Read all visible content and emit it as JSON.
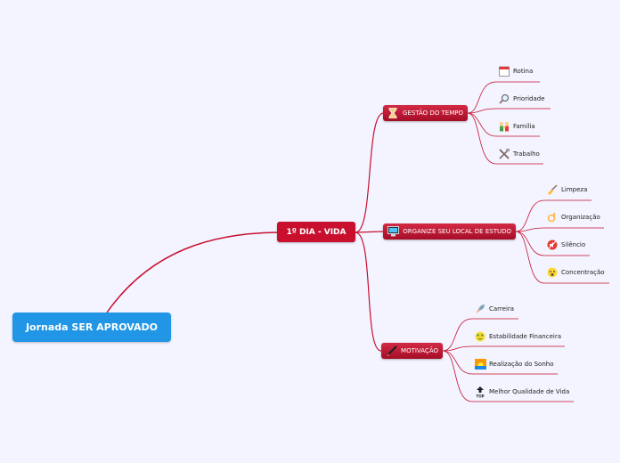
{
  "root": {
    "label": "Jornada SER APROVADO"
  },
  "main": {
    "label": "1º DIA - VIDA"
  },
  "branches": [
    {
      "label": "GESTÃO DO TEMPO",
      "icon": "hourglass-icon",
      "leaves": [
        {
          "label": "Rotina",
          "icon": "calendar-icon"
        },
        {
          "label": "Prioridade",
          "icon": "magnifier-icon"
        },
        {
          "label": "Família",
          "icon": "family-icon"
        },
        {
          "label": "Trabalho",
          "icon": "tools-icon"
        }
      ]
    },
    {
      "label": "ORGANIZE SEU LOCAL DE ESTUDO",
      "icon": "computer-icon",
      "leaves": [
        {
          "label": "Limpeza",
          "icon": "broom-icon"
        },
        {
          "label": "Organização",
          "icon": "ok-hand-icon"
        },
        {
          "label": "Silêncio",
          "icon": "muted-speaker-icon"
        },
        {
          "label": "Concentração",
          "icon": "face-icon"
        }
      ]
    },
    {
      "label": "MOTIVAÇÃO",
      "icon": "pen-icon",
      "leaves": [
        {
          "label": "Carreira",
          "icon": "rocket-icon"
        },
        {
          "label": "Estabilidade Financeira",
          "icon": "money-face-icon"
        },
        {
          "label": "Realização do Sonho",
          "icon": "sunrise-icon"
        },
        {
          "label": "Melhor Qualidade de Vida",
          "icon": "top-arrow-icon"
        }
      ]
    }
  ],
  "colors": {
    "root": "#2196e6",
    "main": "#c8102e",
    "line": "#c8102e",
    "background": "#f3f4ff"
  }
}
